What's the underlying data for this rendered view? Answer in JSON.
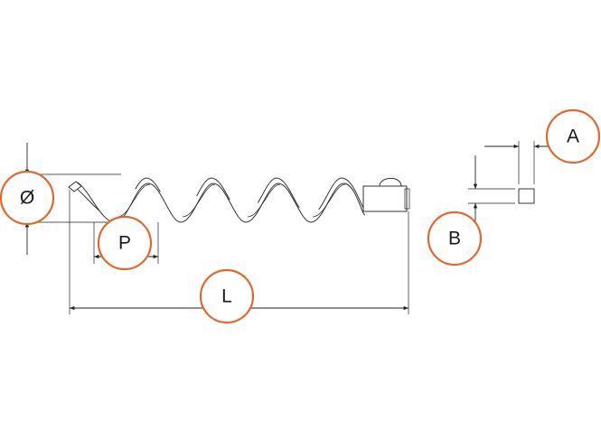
{
  "labels": {
    "diameter": "Ø",
    "pitch": "P",
    "length": "L",
    "width": "A",
    "height": "B"
  },
  "colors": {
    "callout": "#e06a2c",
    "line": "#222222",
    "background": "#ffffff"
  }
}
